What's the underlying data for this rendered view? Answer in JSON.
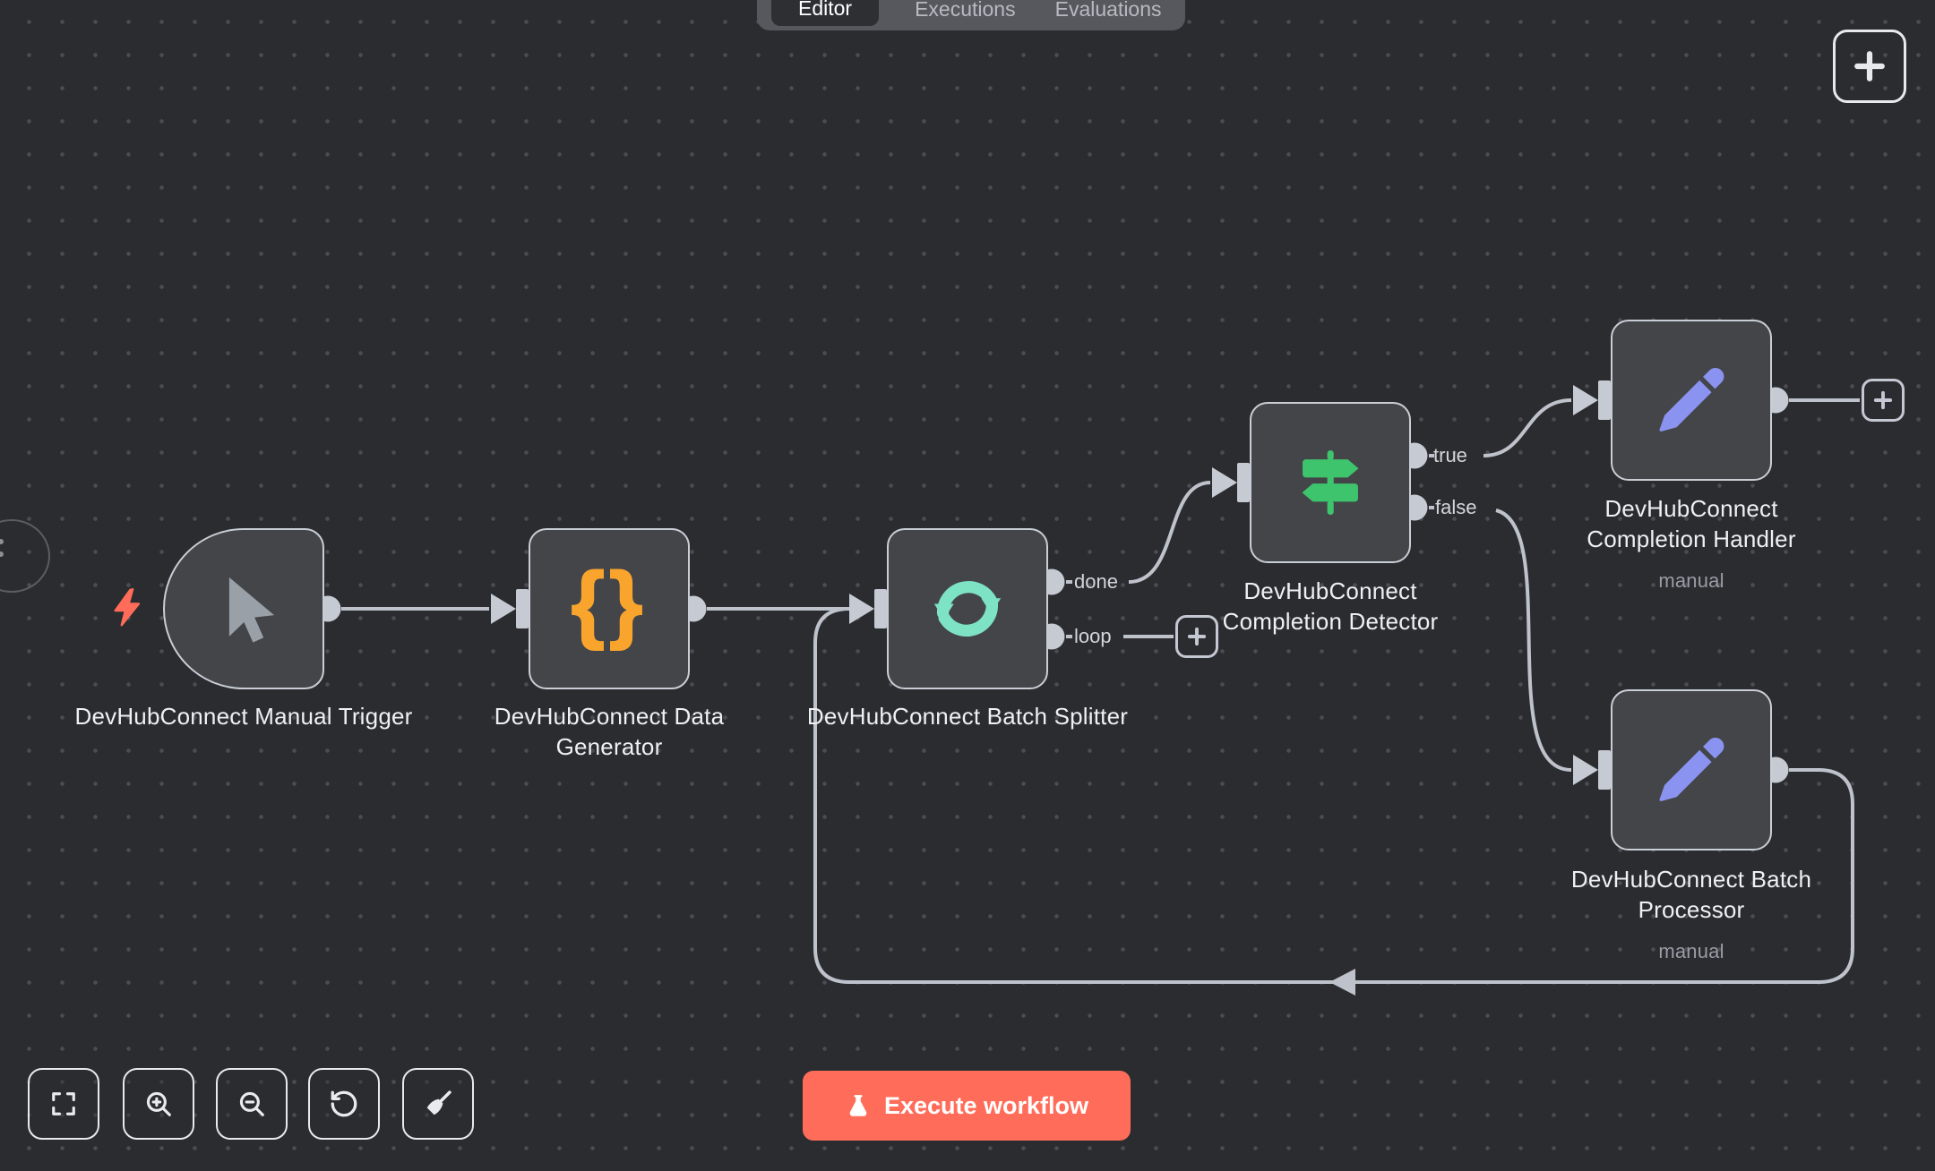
{
  "tabs": [
    {
      "label": "Editor",
      "active": true
    },
    {
      "label": "Executions",
      "active": false
    },
    {
      "label": "Evaluations",
      "active": false
    }
  ],
  "nodes": [
    {
      "label": "DevHubConnect Manual Trigger",
      "icon": "mouse-cursor-icon"
    },
    {
      "label": "DevHubConnect Data Generator",
      "icon": "curly-braces-icon"
    },
    {
      "label": "DevHubConnect Batch Splitter",
      "icon": "loop-arrows-icon",
      "outputs": [
        "done",
        "loop"
      ]
    },
    {
      "label": "DevHubConnect Completion Detector",
      "icon": "signpost-icon",
      "outputs": [
        "true",
        "false"
      ]
    },
    {
      "label": "DevHubConnect Completion Handler",
      "subtitle": "manual",
      "icon": "pencil-icon"
    },
    {
      "label": "DevHubConnect Batch Processor",
      "subtitle": "manual",
      "icon": "pencil-icon"
    }
  ],
  "execute": {
    "label": "Execute workflow",
    "icon": "flask-icon"
  },
  "toolbar": {
    "buttons": [
      "zoom-to-fit",
      "zoom-in",
      "zoom-out",
      "reset-zoom",
      "tidy-up"
    ]
  },
  "canvas_buttons": {
    "add_node": "plus-icon",
    "loop_add": "plus-icon",
    "handler_add": "plus-icon"
  },
  "colors": {
    "canvas_bg": "#2b2c30",
    "node_fill": "#434549",
    "node_border": "#c9ced6",
    "edge": "#bdc2cb",
    "execute_accent": "#ff6d5a",
    "trigger_bolt": "#ff6d5a",
    "braces_icon": "#f9a42c",
    "loop_icon": "#7de3c3",
    "signpost_icon": "#3ec46d",
    "pencil_icon": "#8b93f0",
    "text_primary": "#eef0f3",
    "text_secondary": "#989ca5"
  }
}
